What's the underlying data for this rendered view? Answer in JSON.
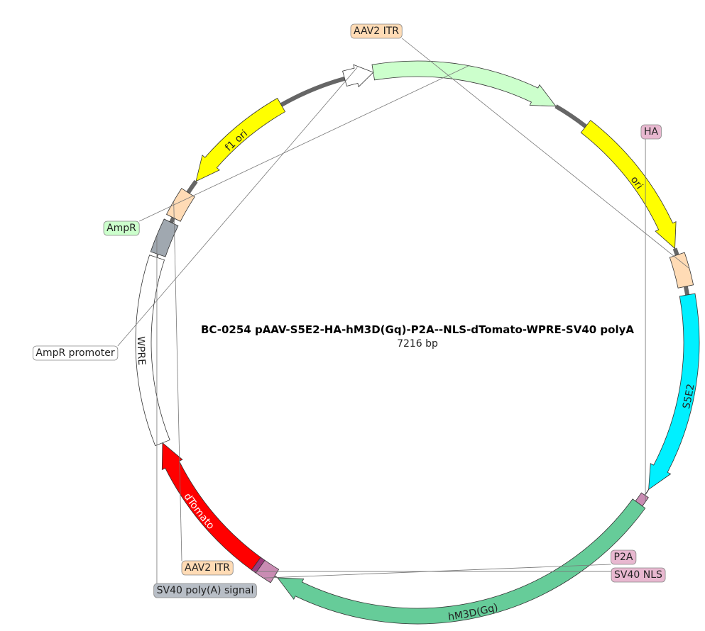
{
  "plasmid": {
    "name": "BC-0254   pAAV-S5E2-HA-hM3D(Gq)-P2A--NLS-dTomato-WPRE-SV40 polyA",
    "length": "7216 bp",
    "bp": 7216
  },
  "features": [
    {
      "id": "s5e2",
      "label": "S5E2",
      "start": 0.0,
      "end": 0.118,
      "type": "arrow",
      "dir": "cw",
      "color": "#00f0ff",
      "text_color": "#222222",
      "label_inside": true
    },
    {
      "id": "ha",
      "label": "HA",
      "start": 0.122,
      "end": 0.128,
      "type": "small",
      "color": "#c98cb3",
      "text_color": "#222222",
      "label_inside": false,
      "callout_color": "#e8b8d0"
    },
    {
      "id": "hm3dgq",
      "label": "hM3D(Gq)",
      "start": 0.128,
      "end": 0.363,
      "type": "arrow",
      "dir": "cw",
      "color": "#66cc99",
      "text_color": "#222222",
      "label_inside": true
    },
    {
      "id": "p2a",
      "label": "P2A",
      "start": 0.365,
      "end": 0.375,
      "type": "block",
      "color": "#c98cb3",
      "text_color": "#222222",
      "label_inside": false,
      "callout_color": "#e8b8d0"
    },
    {
      "id": "sv40nls",
      "label": "SV40 NLS",
      "start": 0.375,
      "end": 0.378,
      "type": "block",
      "color": "#9b3b7c",
      "text_color": "#222222",
      "label_inside": false,
      "callout_color": "#e8b8d0"
    },
    {
      "id": "dtomato",
      "label": "dTomato",
      "start": 0.378,
      "end": 0.468,
      "type": "arrow",
      "dir": "cw",
      "color": "#ff0000",
      "text_color": "#ffffff",
      "label_inside": true
    },
    {
      "id": "wpre",
      "label": "WPRE",
      "start": 0.468,
      "end": 0.578,
      "type": "block",
      "color": "#ffffff",
      "text_color": "#222222",
      "label_inside": true
    },
    {
      "id": "sv40polya",
      "label": "SV40 poly(A) signal",
      "start": 0.58,
      "end": 0.6,
      "type": "block",
      "color": "#a0a8b0",
      "text_color": "#222222",
      "label_inside": false,
      "callout_color": "#b8bec6"
    },
    {
      "id": "itr2",
      "label": "AAV2 ITR",
      "start": 0.603,
      "end": 0.62,
      "type": "block",
      "color": "#ffdbb5",
      "text_color": "#222222",
      "label_inside": false,
      "callout_color": "#ffdbb5"
    },
    {
      "id": "f1ori",
      "label": "f1 ori",
      "start": 0.628,
      "end": 0.695,
      "type": "arrow",
      "dir": "ccw",
      "color": "#ffff00",
      "text_color": "#222222",
      "label_inside": true
    },
    {
      "id": "amprpromoter",
      "label": "AmpR promoter",
      "start": 0.735,
      "end": 0.752,
      "type": "arrow",
      "dir": "cw",
      "color": "#ffffff",
      "text_color": "#222222",
      "label_inside": false,
      "callout_color": "#ffffff"
    },
    {
      "id": "ampr",
      "label": "AmpR",
      "start": 0.752,
      "end": 0.862,
      "type": "arrow",
      "dir": "cw",
      "color": "#ccffcc",
      "text_color": "#222222",
      "label_inside": false,
      "callout_color": "#ccffcc"
    },
    {
      "id": "ori",
      "label": "ori",
      "start": 0.883,
      "end": 0.972,
      "type": "arrow",
      "dir": "cw",
      "color": "#ffff00",
      "text_color": "#222222",
      "label_inside": true
    },
    {
      "id": "itr1",
      "label": "AAV2 ITR",
      "start": 0.976,
      "end": 0.995,
      "type": "block",
      "color": "#ffdbb5",
      "text_color": "#222222",
      "label_inside": false,
      "callout_color": "#ffdbb5"
    }
  ],
  "backbone_segments": [
    {
      "start": 0.6,
      "end": 0.603
    },
    {
      "start": 0.62,
      "end": 0.628
    },
    {
      "start": 0.695,
      "end": 0.735
    },
    {
      "start": 0.862,
      "end": 0.883
    },
    {
      "start": 0.972,
      "end": 0.976
    },
    {
      "start": 0.995,
      "end": 1.0
    }
  ],
  "callouts": [
    {
      "feature": "itr1",
      "text": "AAV2 ITR"
    },
    {
      "feature": "ha",
      "text": "HA"
    },
    {
      "feature": "p2a",
      "text": "P2A"
    },
    {
      "feature": "sv40nls",
      "text": "SV40 NLS"
    },
    {
      "feature": "sv40polya",
      "text": "SV40 poly(A) signal"
    },
    {
      "feature": "itr2",
      "text": "AAV2 ITR"
    },
    {
      "feature": "amprpromoter",
      "text": "AmpR promoter"
    },
    {
      "feature": "ampr",
      "text": "AmpR"
    }
  ]
}
